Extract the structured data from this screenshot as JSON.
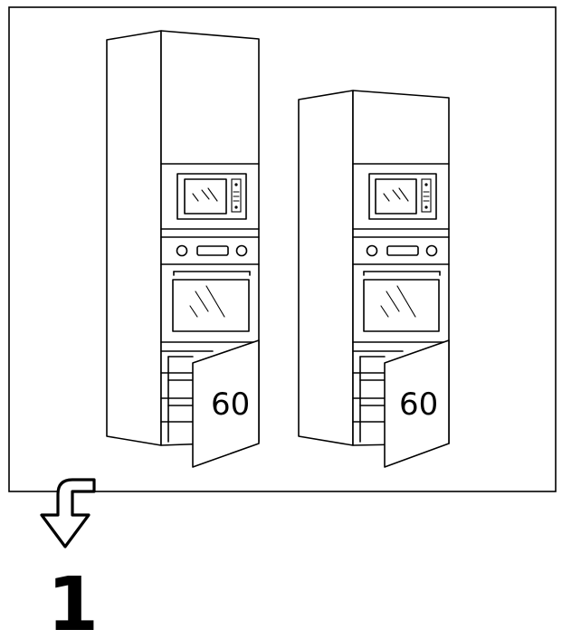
{
  "cabinets": [
    {
      "door_label": "60"
    },
    {
      "door_label": "60"
    }
  ],
  "step": {
    "number": "1"
  },
  "icons": {
    "arrow": "turn-down-arrow-icon",
    "microwave": "microwave-icon",
    "oven": "oven-icon"
  },
  "colors": {
    "line": "#000000",
    "background": "#ffffff"
  }
}
